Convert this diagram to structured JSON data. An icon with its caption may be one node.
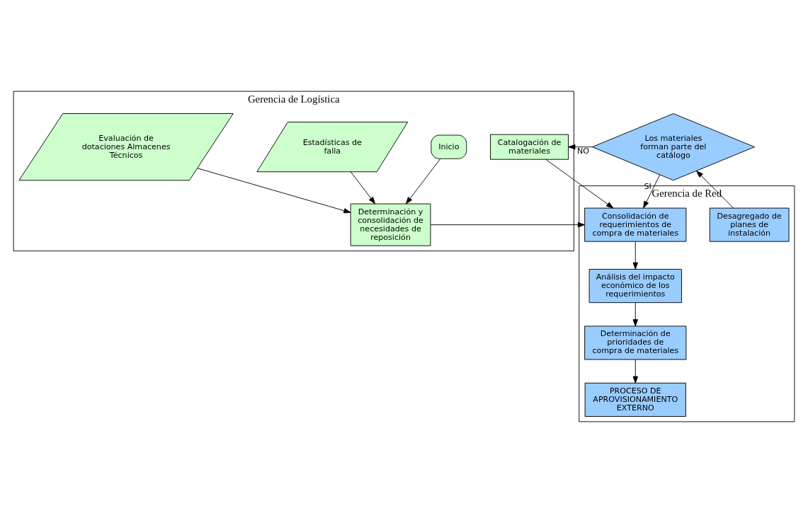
{
  "diagram": {
    "nodes": [
      {
        "text": [
          "Gerencia de Logística"
        ]
      },
      {
        "text": [
          "Gerencia de Red"
        ]
      },
      {
        "text": [
          "Inicio"
        ],
        "in": 0
      },
      {
        "text": [
          "Estadísticas de falla"
        ],
        "in": 0
      },
      {
        "text": [
          "Evaluación de dotaciones Almacenes Técnicos"
        ],
        "in": 0
      },
      {
        "text": [
          "Determinación y consolidación de necesidades de reposición"
        ],
        "in": 0
      },
      {
        "text": [
          "Catalogación de materiales"
        ],
        "in": 0
      },
      {
        "text": [
          "Desagregado de planes de instalación"
        ],
        "in": 1
      },
      {
        "text": [
          "Los materiales forman parte del catálogo"
        ]
      },
      {
        "text": [
          "Consolidación de requerimientos de compra de materiales"
        ],
        "in": 1
      },
      {
        "text": [
          "Análisis del impacto económico de los requerimientos"
        ],
        "in": 1
      },
      {
        "text": [
          "Determinación de prioridades de compra de materiales"
        ],
        "in": 1
      },
      {
        "text": [
          "PROCESO DE APROVISIONAMIENTO EXTERNO"
        ],
        "in": 1
      }
    ],
    "edges": [
      {
        "from": 2,
        "to": 5,
        "arrow": "to"
      },
      {
        "from": 3,
        "to": 5,
        "arrow": "to"
      },
      {
        "from": 4,
        "to": 5,
        "arrow": "to"
      },
      {
        "from": 5,
        "to": 9,
        "arrow": "to"
      },
      {
        "from": 7,
        "to": 8,
        "arrow": "to"
      },
      {
        "from": 8,
        "to": 6,
        "arrow": "to",
        "label": "NO"
      },
      {
        "from": 8,
        "to": 9,
        "arrow": "to",
        "label": "SI"
      },
      {
        "from": 6,
        "to": 9,
        "arrow": "to"
      },
      {
        "from": 9,
        "to": 10,
        "arrow": "to"
      },
      {
        "from": 10,
        "to": 11,
        "arrow": "to"
      },
      {
        "from": 11,
        "to": 12,
        "arrow": "to"
      }
    ]
  }
}
